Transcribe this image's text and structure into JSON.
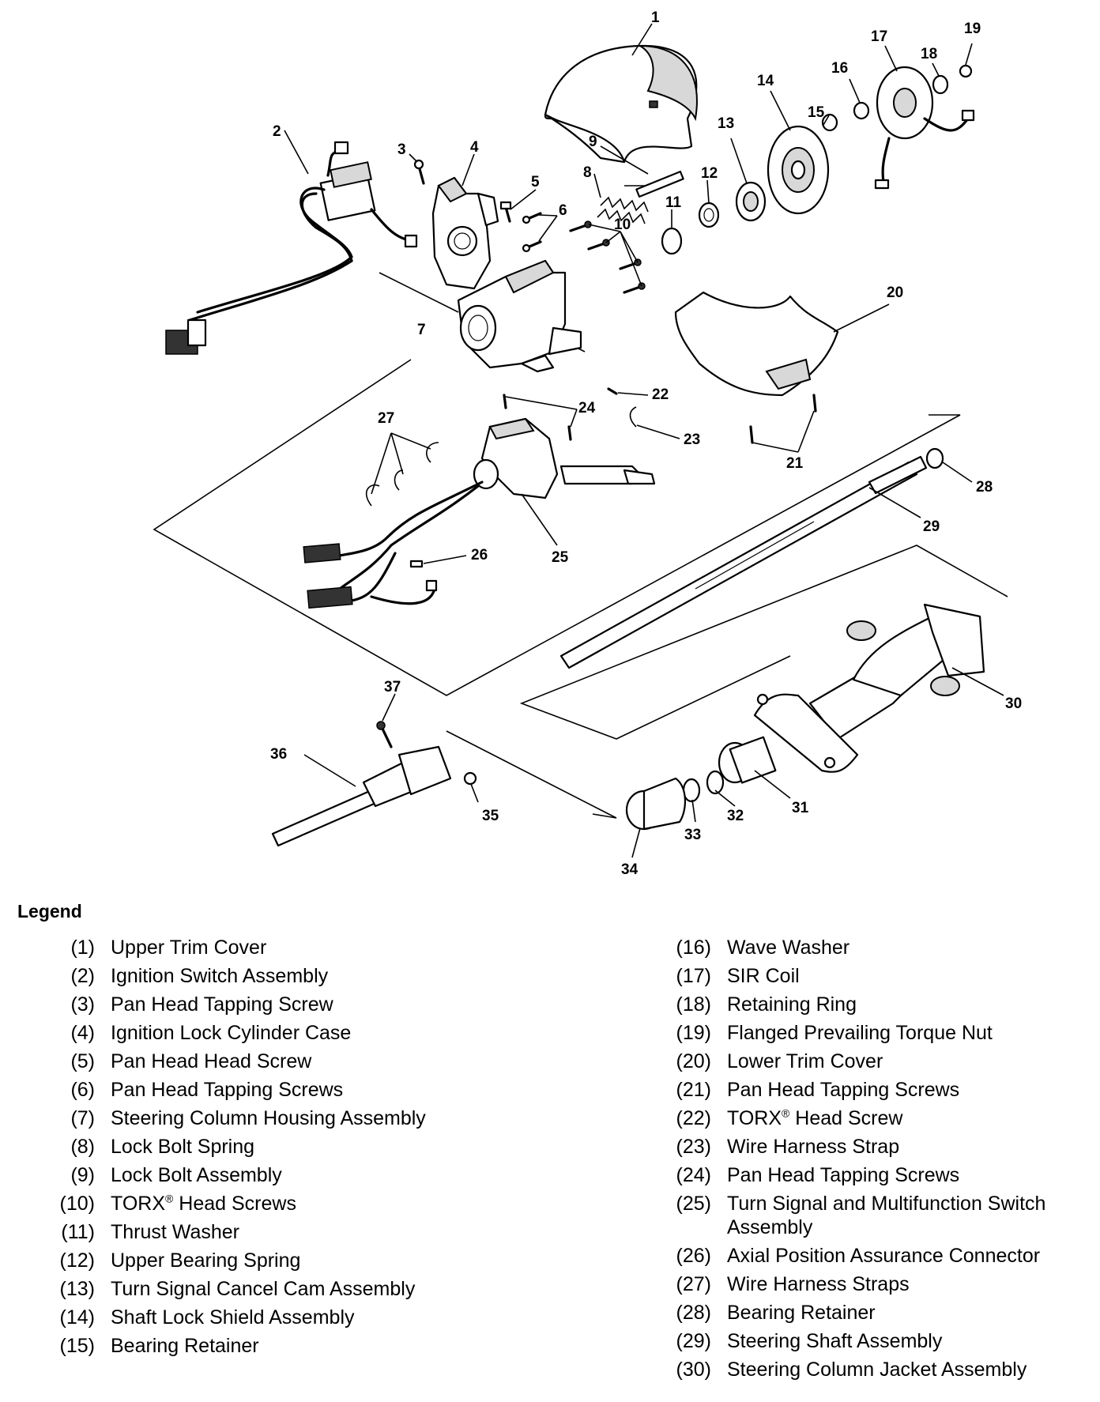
{
  "diagram": {
    "labels": [
      {
        "n": "1"
      },
      {
        "n": "2"
      },
      {
        "n": "3"
      },
      {
        "n": "4"
      },
      {
        "n": "5"
      },
      {
        "n": "6"
      },
      {
        "n": "7"
      },
      {
        "n": "8"
      },
      {
        "n": "9"
      },
      {
        "n": "10"
      },
      {
        "n": "11"
      },
      {
        "n": "12"
      },
      {
        "n": "13"
      },
      {
        "n": "14"
      },
      {
        "n": "15"
      },
      {
        "n": "16"
      },
      {
        "n": "17"
      },
      {
        "n": "18"
      },
      {
        "n": "19"
      },
      {
        "n": "20"
      },
      {
        "n": "21"
      },
      {
        "n": "22"
      },
      {
        "n": "23"
      },
      {
        "n": "24"
      },
      {
        "n": "25"
      },
      {
        "n": "26"
      },
      {
        "n": "27"
      },
      {
        "n": "28"
      },
      {
        "n": "29"
      },
      {
        "n": "30"
      },
      {
        "n": "31"
      },
      {
        "n": "32"
      },
      {
        "n": "33"
      },
      {
        "n": "34"
      },
      {
        "n": "35"
      },
      {
        "n": "36"
      },
      {
        "n": "37"
      }
    ]
  },
  "legend": {
    "title": "Legend",
    "left": [
      {
        "idx": "(1)",
        "text": "Upper Trim Cover"
      },
      {
        "idx": "(2)",
        "text": "Ignition Switch Assembly"
      },
      {
        "idx": "(3)",
        "text": "Pan Head Tapping Screw"
      },
      {
        "idx": "(4)",
        "text": "Ignition Lock Cylinder Case"
      },
      {
        "idx": "(5)",
        "text": "Pan Head Head Screw"
      },
      {
        "idx": "(6)",
        "text": "Pan Head Tapping Screws"
      },
      {
        "idx": "(7)",
        "text": "Steering Column Housing Assembly"
      },
      {
        "idx": "(8)",
        "text": "Lock Bolt Spring"
      },
      {
        "idx": "(9)",
        "text": "Lock Bolt Assembly"
      },
      {
        "idx": "(10)",
        "text": "TORX",
        "sup": "®",
        "text2": " Head Screws"
      },
      {
        "idx": "(11)",
        "text": "Thrust Washer"
      },
      {
        "idx": "(12)",
        "text": "Upper Bearing Spring"
      },
      {
        "idx": "(13)",
        "text": "Turn Signal Cancel Cam Assembly"
      },
      {
        "idx": "(14)",
        "text": "Shaft Lock Shield Assembly"
      },
      {
        "idx": "(15)",
        "text": "Bearing Retainer"
      }
    ],
    "right": [
      {
        "idx": "(16)",
        "text": "Wave Washer"
      },
      {
        "idx": "(17)",
        "text": "SIR Coil"
      },
      {
        "idx": "(18)",
        "text": "Retaining Ring"
      },
      {
        "idx": "(19)",
        "text": "Flanged Prevailing Torque Nut"
      },
      {
        "idx": "(20)",
        "text": "Lower Trim Cover"
      },
      {
        "idx": "(21)",
        "text": "Pan Head Tapping Screws"
      },
      {
        "idx": "(22)",
        "text": "TORX",
        "sup": "®",
        "text2": " Head Screw"
      },
      {
        "idx": "(23)",
        "text": "Wire Harness Strap"
      },
      {
        "idx": "(24)",
        "text": "Pan Head Tapping Screws"
      },
      {
        "idx": "(25)",
        "text": "Turn Signal and Multifunction Switch Assembly"
      },
      {
        "idx": "(26)",
        "text": "Axial Position Assurance Connector"
      },
      {
        "idx": "(27)",
        "text": "Wire Harness Straps"
      },
      {
        "idx": "(28)",
        "text": "Bearing Retainer"
      },
      {
        "idx": "(29)",
        "text": "Steering Shaft Assembly"
      },
      {
        "idx": "(30)",
        "text": "Steering Column Jacket Assembly"
      }
    ]
  }
}
